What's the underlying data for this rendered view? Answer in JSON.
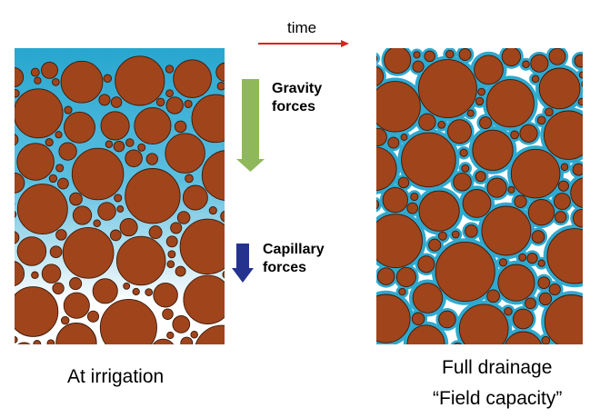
{
  "time_label": "time",
  "gravity_label": [
    "Gravity",
    "forces"
  ],
  "capillary_label": [
    "Capillary",
    "forces"
  ],
  "left_caption": "At irrigation",
  "right_caption": [
    "Full drainage",
    "“Field capacity”"
  ],
  "colors": {
    "soil": "#a0441c",
    "water_dark": "#2fa9cf",
    "water_light": "#c4e6f2",
    "air": "#ffffff",
    "time_arrow": "#e02020",
    "gravity_arrow": "#8fb85a",
    "capillary_arrow": "#25338f",
    "outline": "#3a1a0a"
  }
}
